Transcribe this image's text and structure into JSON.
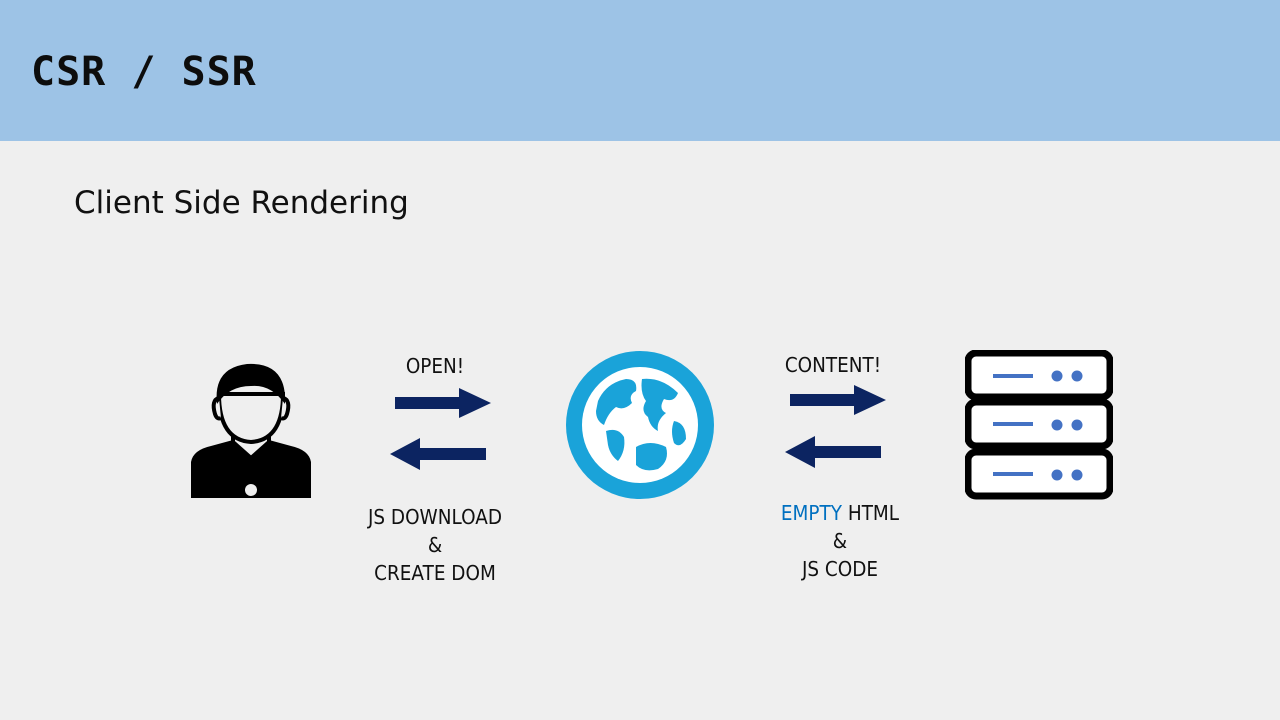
{
  "slide": {
    "title": "CSR / SSR",
    "subtitle": "Client Side Rendering"
  },
  "diagram": {
    "left_top_label": "OPEN!",
    "left_bottom_label": {
      "line1": "JS DOWNLOAD",
      "line2": "&",
      "line3": "CREATE DOM"
    },
    "right_top_label": "CONTENT!",
    "right_bottom_label": {
      "line1_accent": "EMPTY",
      "line1_rest": " HTML",
      "line2": "&",
      "line3": "JS CODE"
    }
  },
  "icons": {
    "user": "user-icon",
    "browser": "globe-browser-icon",
    "server": "server-icon",
    "arrow_right": "arrow-right-icon",
    "arrow_left": "arrow-left-icon"
  },
  "colors": {
    "header_bg": "#9dc3e6",
    "page_bg": "#efefef",
    "arrow": "#0c2461",
    "accent_text": "#0070c0",
    "globe": "#1aa3d9",
    "server_line": "#4472c4"
  }
}
